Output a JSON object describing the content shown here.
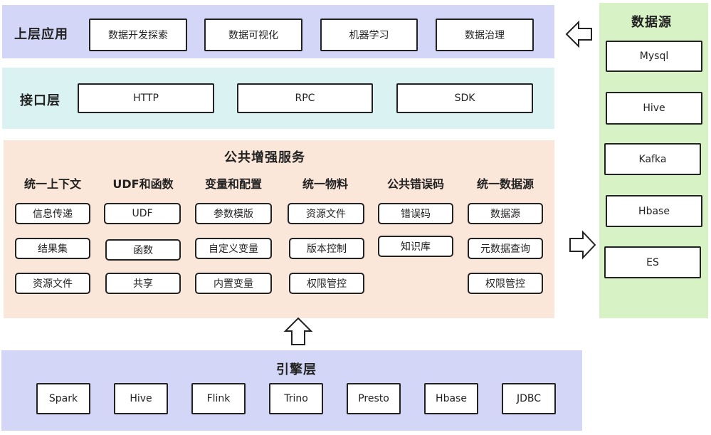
{
  "upper_layer": {
    "title": "上层应用",
    "items": [
      "数据开发探索",
      "数据可视化",
      "机器学习",
      "数据治理"
    ]
  },
  "interface_layer": {
    "title": "接口层",
    "items": [
      "HTTP",
      "RPC",
      "SDK"
    ]
  },
  "service_layer": {
    "title": "公共增强服务",
    "columns": [
      {
        "title": "统一上下文",
        "items": [
          "信息传递",
          "结果集",
          "资源文件"
        ]
      },
      {
        "title": "UDF和函数",
        "items": [
          "UDF",
          "函数",
          "共享"
        ]
      },
      {
        "title": "变量和配置",
        "items": [
          "参数模版",
          "自定义变量",
          "内置变量"
        ]
      },
      {
        "title": "统一物料",
        "items": [
          "资源文件",
          "版本控制",
          "权限管控"
        ]
      },
      {
        "title": "公共错误码",
        "items": [
          "错误码",
          "知识库"
        ]
      },
      {
        "title": "统一数据源",
        "items": [
          "数据源",
          "元数据查询",
          "权限管控"
        ]
      }
    ]
  },
  "engine_layer": {
    "title": "引擎层",
    "items": [
      "Spark",
      "Hive",
      "Flink",
      "Trino",
      "Presto",
      "Hbase",
      "JDBC"
    ]
  },
  "data_source": {
    "title": "数据源",
    "items": [
      "Mysql",
      "Hive",
      "Kafka",
      "Hbase",
      "ES"
    ]
  },
  "colors": {
    "upper_bg": "#d3d6f7",
    "interface_bg": "#dbf2f3",
    "service_bg": "#fbe7d9",
    "engine_bg": "#d3d6f7",
    "source_bg": "#d7f2c4"
  }
}
